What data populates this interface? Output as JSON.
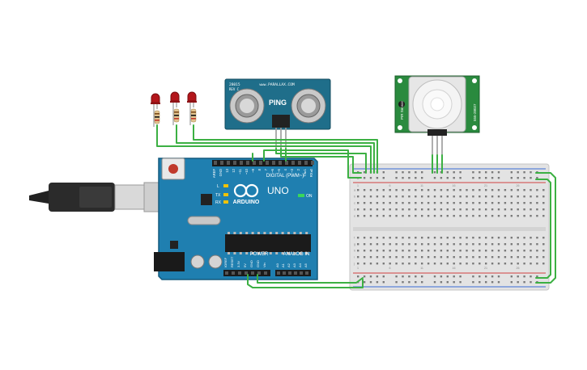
{
  "arduino": {
    "brand": "UNO",
    "logo_text": "ARDUINO",
    "digital_label": "DIGITAL (PWM~)",
    "power_label": "POWER",
    "analog_label": "ANALOG IN",
    "led_tx": "TX",
    "led_rx": "RX",
    "led_l": "L",
    "led_on": "ON",
    "digital_pins": [
      "AREF",
      "GND",
      "13",
      "12",
      "~11",
      "~10",
      "~9",
      "8",
      "7",
      "~6",
      "~5",
      "4",
      "~3",
      "2",
      "TX▸1",
      "RX◂0"
    ],
    "power_pins": [
      "IOREF",
      "RESET",
      "3.3V",
      "5V",
      "GND",
      "GND",
      "Vin"
    ],
    "analog_pins": [
      "A0",
      "A1",
      "A2",
      "A3",
      "A4",
      "A5"
    ]
  },
  "ping_sensor": {
    "label": "PING",
    "brand": "www.PARALLAX.COM",
    "part": "28015",
    "rev": "REV C"
  },
  "pir_sensor": {
    "label_top": "PIR Sensor",
    "label_bottom": "555-28027"
  },
  "breadboard": {
    "columns": 30,
    "rows_top": [
      "a",
      "b",
      "c",
      "d",
      "e"
    ],
    "rows_bottom": [
      "f",
      "g",
      "h",
      "i",
      "j"
    ]
  },
  "colors": {
    "wire": "#3cb043",
    "board": "#1f7fb0",
    "led": "#b3161b",
    "pir_board": "#2a8a3e",
    "ping_board": "#1f6e8a"
  }
}
